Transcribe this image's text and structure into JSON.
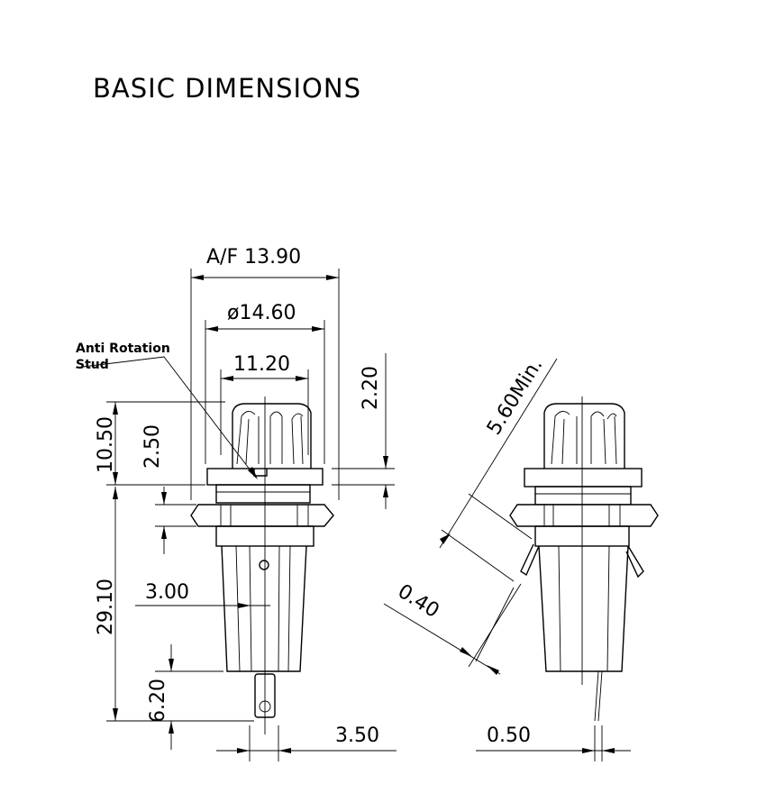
{
  "title": "BASIC DIMENSIONS",
  "annotation": {
    "line1": "Anti Rotation",
    "line2": "Stud"
  },
  "dimensions": {
    "af": "A/F  13.90",
    "dia": "ø14.60",
    "width_top": "11.20",
    "height_cap": "2.20",
    "height_total_upper": "10.50",
    "height_cap_flange": "2.50",
    "height_body": "29.10",
    "width_body": "3.00",
    "terminal": "6.20",
    "terminal_width": "3.50",
    "diag_length": "5.60Min.",
    "thickness": "0.40",
    "gap": "0.50"
  }
}
